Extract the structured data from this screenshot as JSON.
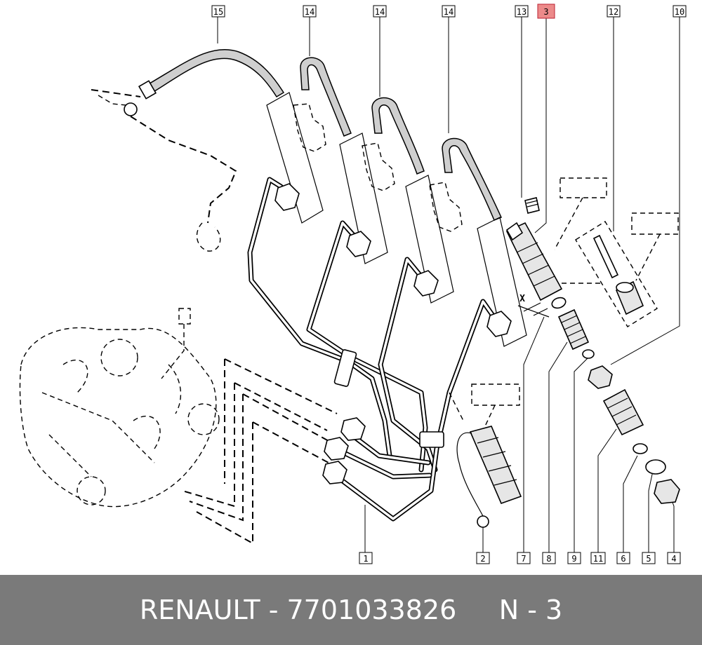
{
  "caption": {
    "brand": "RENAULT",
    "separator": " - ",
    "part_number": "7701033826",
    "ref": "N - 3"
  },
  "callouts_top": [
    {
      "id": "c15",
      "text": "15"
    },
    {
      "id": "c14a",
      "text": "14"
    },
    {
      "id": "c14b",
      "text": "14"
    },
    {
      "id": "c14c",
      "text": "14"
    },
    {
      "id": "c13",
      "text": "13"
    },
    {
      "id": "c3",
      "text": "3",
      "highlighted": true
    },
    {
      "id": "c12",
      "text": "12"
    },
    {
      "id": "c10",
      "text": "10"
    }
  ],
  "callouts_bottom": [
    {
      "id": "c1",
      "text": "1"
    },
    {
      "id": "c2",
      "text": "2"
    },
    {
      "id": "c7",
      "text": "7"
    },
    {
      "id": "c8",
      "text": "8"
    },
    {
      "id": "c9",
      "text": "9"
    },
    {
      "id": "c11",
      "text": "11"
    },
    {
      "id": "c6",
      "text": "6"
    },
    {
      "id": "c5",
      "text": "5"
    },
    {
      "id": "c4",
      "text": "4"
    }
  ],
  "dimension_label": "X",
  "colors": {
    "highlight": "#ec8a8a",
    "footer": "#7a7a7a"
  }
}
